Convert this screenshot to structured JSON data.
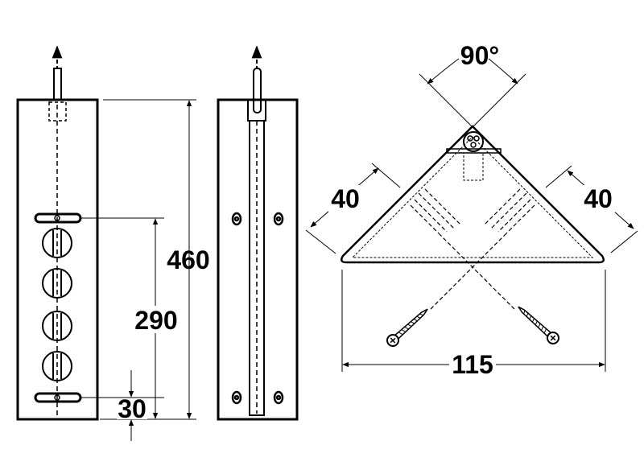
{
  "dimensions": {
    "height_total": "460",
    "mount_spacing": "290",
    "bottom_offset": "30",
    "side_left": "40",
    "side_right": "40",
    "width_total": "115",
    "angle": "90°"
  },
  "colors": {
    "line": "#000000",
    "background": "#ffffff"
  }
}
